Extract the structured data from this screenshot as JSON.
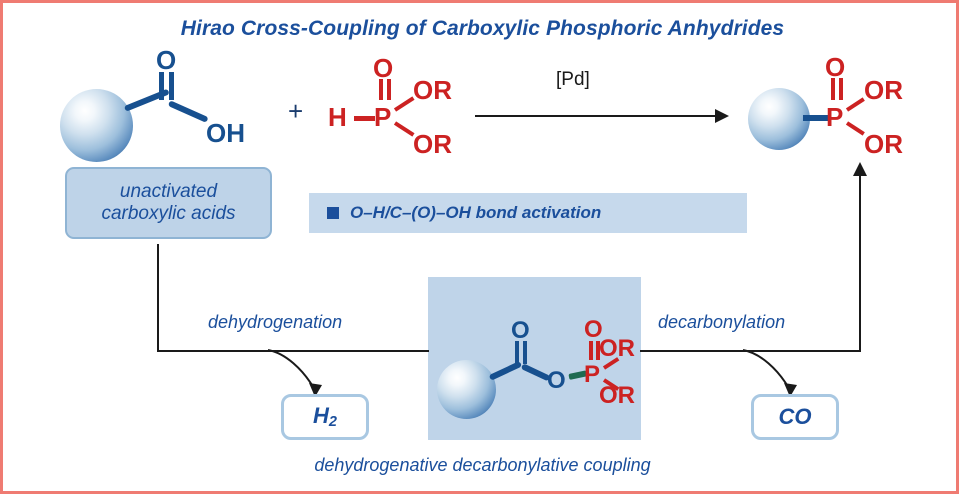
{
  "frame": {
    "border_color": "#ef7b72",
    "background": "#ffffff"
  },
  "title": "Hirao Cross-Coupling of Carboxylic Phosphoric Anhydrides",
  "colors": {
    "title_blue": "#1b4f9c",
    "atom_blue": "#17508f",
    "atom_red": "#cc2222",
    "bond_green": "#1e6b52",
    "box_fill_light_blue": "#bed3e8",
    "box_border_blue": "#8fb4d4",
    "center_box_fill": "#bfd4e9",
    "bullet_box_fill": "#c6d9ec",
    "arrow_black": "#1a1a1a"
  },
  "scheme": {
    "reactant_left": {
      "name": "unactivated carboxylic acid",
      "sphere": "R-group-sphere",
      "labels": {
        "carbonyl_o": "O",
        "hydroxyl": "OH"
      },
      "tag": {
        "line1": "unactivated",
        "line2": "carboxylic acids"
      }
    },
    "plus_sign": "+",
    "reactant_right": {
      "name": "dialkyl phosphite",
      "labels": {
        "h": "H",
        "p": "P",
        "double_bond_o": "O",
        "or_top": "OR",
        "or_bottom": "OR"
      }
    },
    "arrow": {
      "catalyst_label": "[Pd]"
    },
    "product": {
      "name": "phosphonate product",
      "sphere": "R-group-sphere",
      "labels": {
        "p": "P",
        "double_bond_o": "O",
        "or_top": "OR",
        "or_bottom": "OR"
      }
    }
  },
  "bullet": {
    "marker": "square-bullet",
    "text": "O–H/C–(O)–OH bond activation"
  },
  "intermediate": {
    "name": "carboxylic phosphoric anhydride",
    "labels": {
      "carbonyl_o": "O",
      "bridge_o": "O",
      "p": "P",
      "phosphoryl_o": "O",
      "or_top": "OR",
      "or_bottom": "OR"
    }
  },
  "pathways": {
    "left": {
      "label": "dehydrogenation",
      "product_box": "H₂",
      "product_box_text": "H",
      "product_box_sub": "2"
    },
    "right": {
      "label": "decarbonylation",
      "product_box": "CO"
    }
  },
  "caption": "dehydrogenative decarbonylative coupling"
}
